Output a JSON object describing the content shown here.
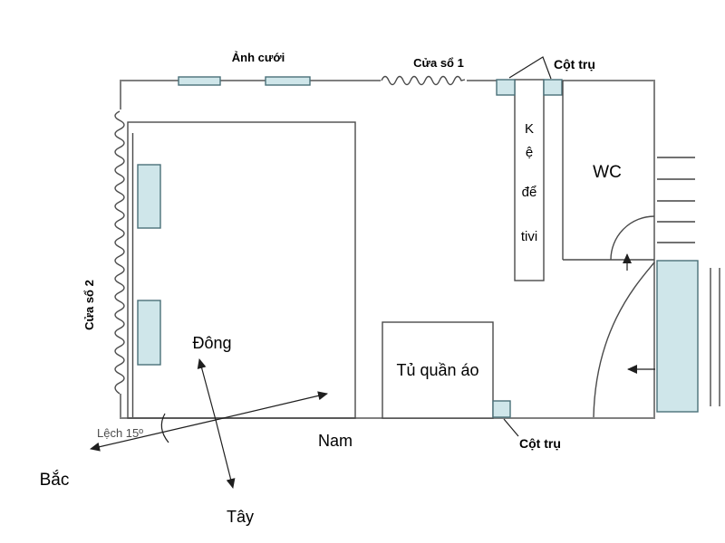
{
  "floor_plan": {
    "top": {
      "wedding_photo_label": "Ảnh cưới",
      "window1_label": "Cửa sổ 1",
      "pillar_label": "Cột trụ"
    },
    "left": {
      "window2_label": "Cửa sổ 2"
    },
    "fixtures": {
      "tv_shelf_lines": [
        "K",
        "ệ",
        "để",
        "tivi"
      ],
      "wc_label": "WC",
      "wardrobe_label": "Tủ quần áo",
      "pillar_bottom_label": "Cột trụ"
    },
    "compass": {
      "east": "Đông",
      "west": "Tây",
      "south": "Nam",
      "north": "Bắc",
      "angle_note": "Lệch 15º"
    },
    "colors": {
      "fixture_fill": "#cfe6ea",
      "fixture_stroke": "#4a7079",
      "wall_gray": "#808080",
      "line_dark": "#1f1f1f"
    }
  }
}
